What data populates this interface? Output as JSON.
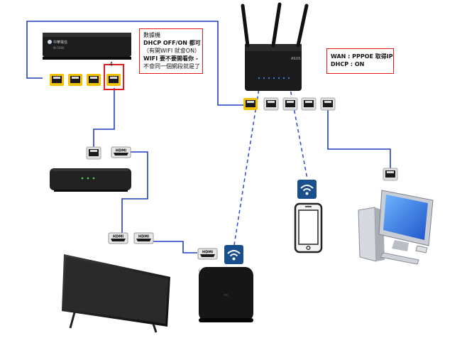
{
  "modem_note": {
    "lines": [
      "數據機",
      "DHCP OFF/ON 都可",
      "（有開WIFI 就會ON）",
      "WIFI 要不要開看你 -",
      "不會同一個網段就是了"
    ]
  },
  "router_note": {
    "lines": [
      "WAN : PPPOE 取得IP",
      "DHCP : ON"
    ]
  },
  "modem_port_label": "4",
  "modem_brand": "中華電信",
  "modem_model": "IB-5000",
  "router_brand": "ASUS",
  "hdmi_label": "HDMI",
  "tv_box_brand": "mi",
  "colors": {
    "cable_blue": "#1f3fbf",
    "wifi_dashed": "#3b4fd6",
    "highlight_red": "#e21b1b",
    "wifi_badge": "#1a4e8c",
    "ethernet_yellow": "#f2c200"
  },
  "icons": [
    "ethernet-port-icon",
    "hdmi-port-icon",
    "wifi-icon",
    "router-icon",
    "modem-icon",
    "set-top-box-icon",
    "tv-icon",
    "phone-icon",
    "desktop-computer-icon",
    "media-player-icon"
  ]
}
